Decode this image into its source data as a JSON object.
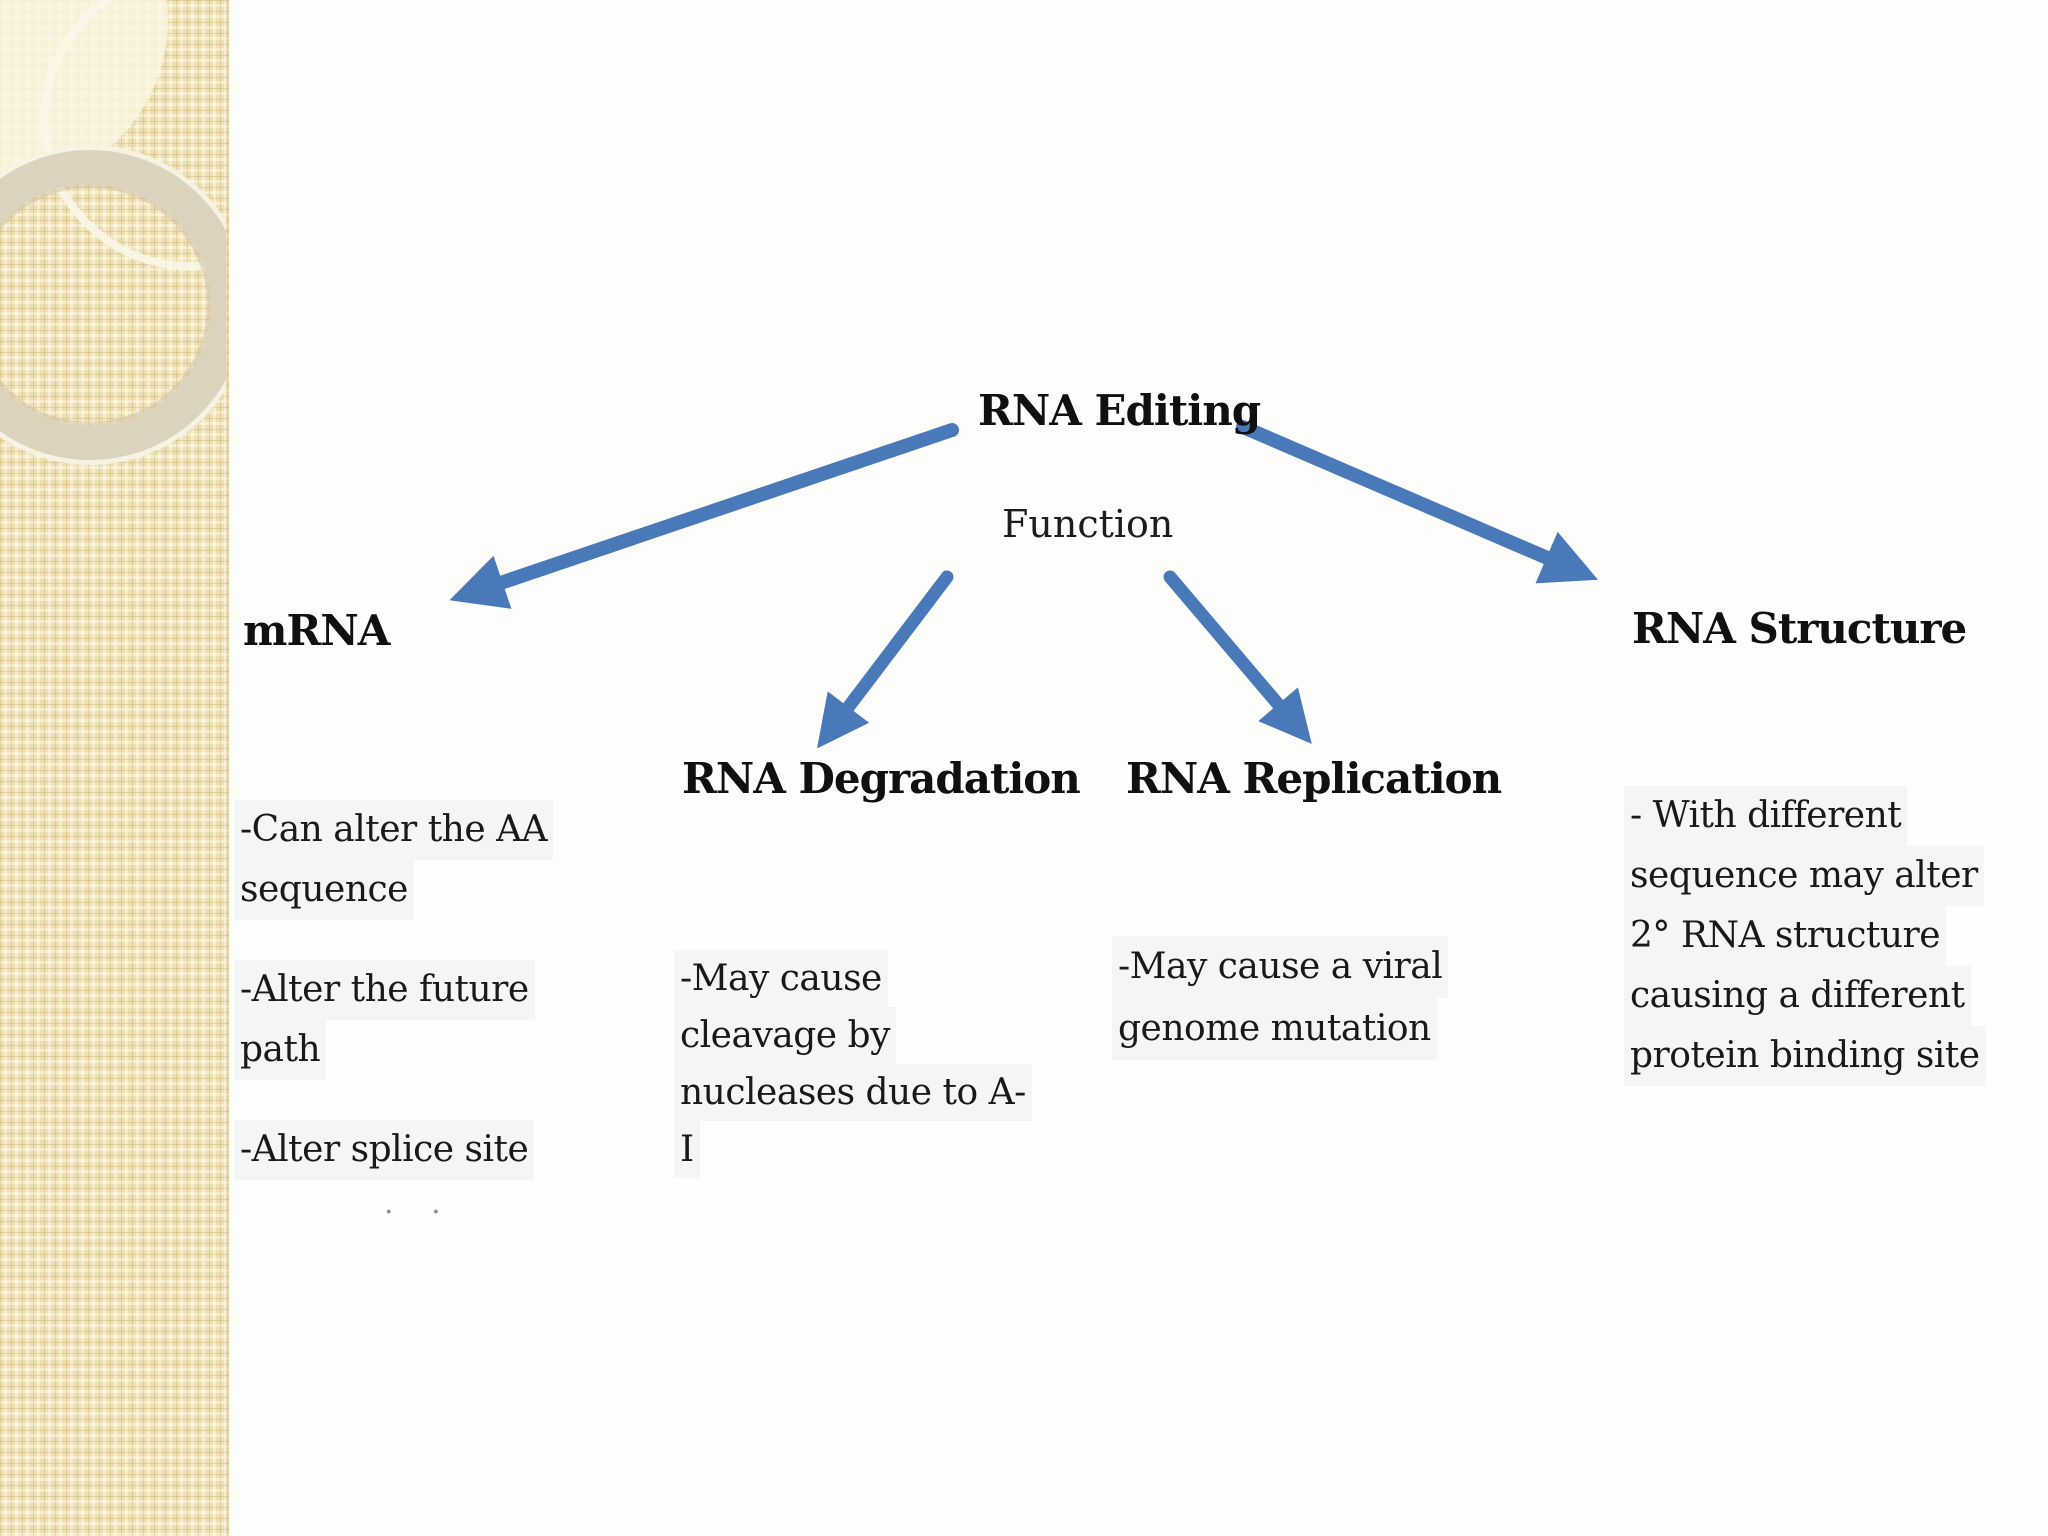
{
  "slide": {
    "background_color": "#fdfdfb",
    "sidebar": {
      "base_color": "#ecdfb2",
      "pattern_color": "#c9ac6a",
      "ring_color": "#dcd3bf"
    }
  },
  "diagram": {
    "arrow_color": "#4a79ba",
    "root_label": "RNA Editing",
    "function_label": "Function",
    "columns": {
      "mrna": {
        "heading": "mRNA",
        "bullets": [
          {
            "text": "-Can alter the AA sequence",
            "lines": [
              "-Can alter the AA",
              "sequence"
            ]
          },
          {
            "text": "-Alter the future path",
            "lines": [
              "-Alter the future",
              "path"
            ]
          },
          {
            "text": "-Alter splice site",
            "lines": [
              "-Alter splice site"
            ]
          }
        ],
        "faint_marks": ". ."
      },
      "degradation": {
        "heading": "RNA Degradation",
        "bullets": [
          {
            "text": "-May cause cleavage by nucleases due to A-I",
            "lines": [
              "-May cause",
              "cleavage by",
              "nucleases due to A-",
              "I"
            ]
          }
        ]
      },
      "replication": {
        "heading": "RNA Replication",
        "bullets": [
          {
            "text": "-May cause a viral genome mutation",
            "lines": [
              "-May cause a viral",
              "genome mutation"
            ]
          }
        ]
      },
      "structure": {
        "heading": "RNA Structure",
        "bullets": [
          {
            "text": "- With different sequence may alter 2° RNA structure causing a different protein binding site",
            "lines": [
              "- With different",
              "sequence may alter",
              "2° RNA structure",
              "causing a different",
              "protein binding site"
            ]
          }
        ]
      }
    }
  }
}
